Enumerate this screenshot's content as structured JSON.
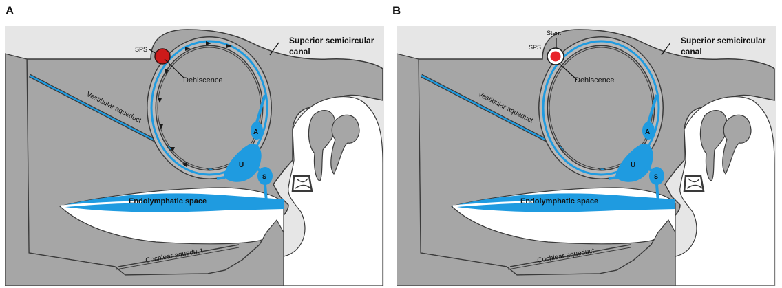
{
  "panels": [
    {
      "letter": "A",
      "labels": {
        "sps": "SPS",
        "dehiscence": "Dehiscence",
        "canal_line1": "Superior semicircular",
        "canal_line2": "canal",
        "vestibular": "Vestibular aqueduct",
        "endolymphatic": "Endolymphatic space",
        "cochlear": "Cochlear aqueduct",
        "a": "A",
        "u": "U",
        "s": "S"
      },
      "colors": {
        "dehiscence_marker": "#cc1a1a"
      }
    },
    {
      "letter": "B",
      "labels": {
        "stent": "Stent",
        "sps": "SPS",
        "dehiscence": "Dehiscence",
        "canal_line1": "Superior semicircular",
        "canal_line2": "canal",
        "vestibular": "Vestibular aqueduct",
        "endolymphatic": "Endolymphatic space",
        "cochlear": "Cochlear aqueduct",
        "a": "A",
        "u": "U",
        "s": "S"
      },
      "colors": {
        "dehiscence_marker": "#e8232a",
        "stent_ring": "#ffffff"
      }
    }
  ],
  "colors": {
    "background": "#e6e6e6",
    "bone": "#a6a6a6",
    "bone_stroke": "#3a3a3a",
    "canal_lumen": "#b9b9b9",
    "endolymph": "#1f9be0"
  }
}
